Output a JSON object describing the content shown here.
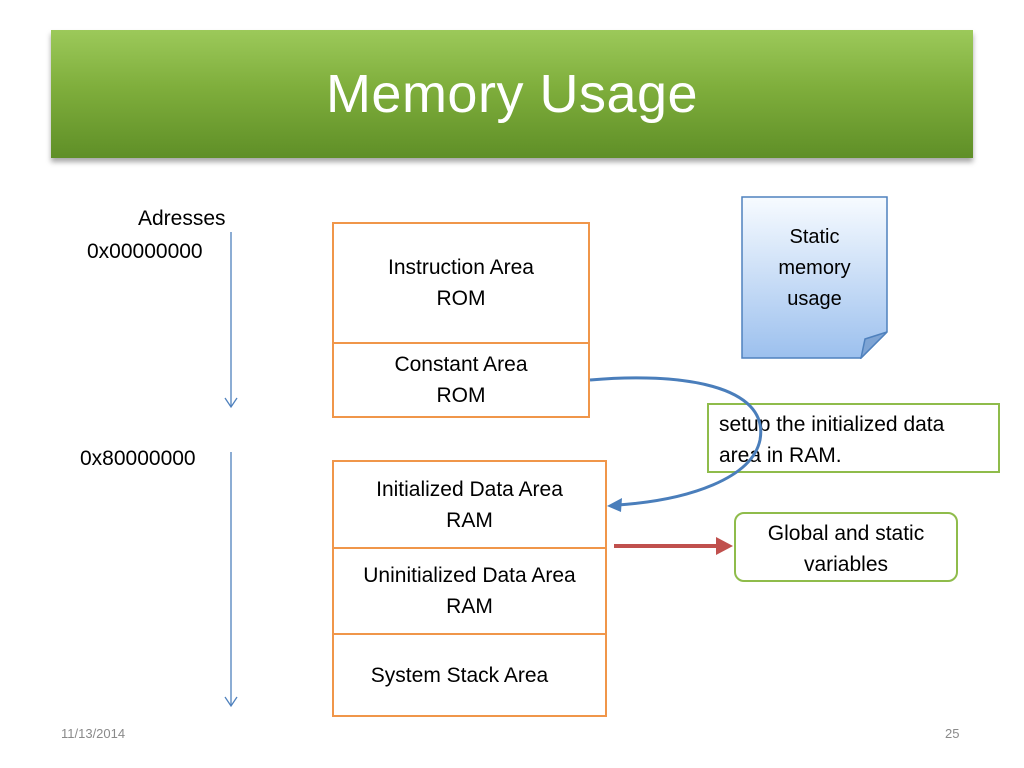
{
  "title": "Memory Usage",
  "addresses_label": "Adresses",
  "address_start": "0x00000000",
  "address_ram": "0x80000000",
  "rom_block": {
    "instruction": [
      "Instruction Area",
      "ROM"
    ],
    "constant": [
      "Constant Area",
      "ROM"
    ]
  },
  "ram_block": {
    "initialized": [
      "Initialized Data Area",
      "RAM"
    ],
    "uninitialized": [
      "Uninitialized Data Area",
      "RAM"
    ],
    "stack": [
      "System Stack Area"
    ]
  },
  "static_note": [
    "Static",
    "memory",
    "usage"
  ],
  "setup_callout": [
    "setup the initialized data",
    "area in RAM."
  ],
  "globals_callout": [
    "Global and static",
    "variables"
  ],
  "footer": {
    "date": "11/13/2014",
    "page": "25"
  },
  "colors": {
    "title_green": "#7fae3c",
    "box_orange": "#f0964a",
    "callout_green": "#8fbc4b",
    "address_arrow_blue": "#4f81bd",
    "setup_arrow_blue": "#4a7ebb",
    "globals_arrow_red": "#c0504d",
    "note_blue": "#a9c8f0"
  }
}
